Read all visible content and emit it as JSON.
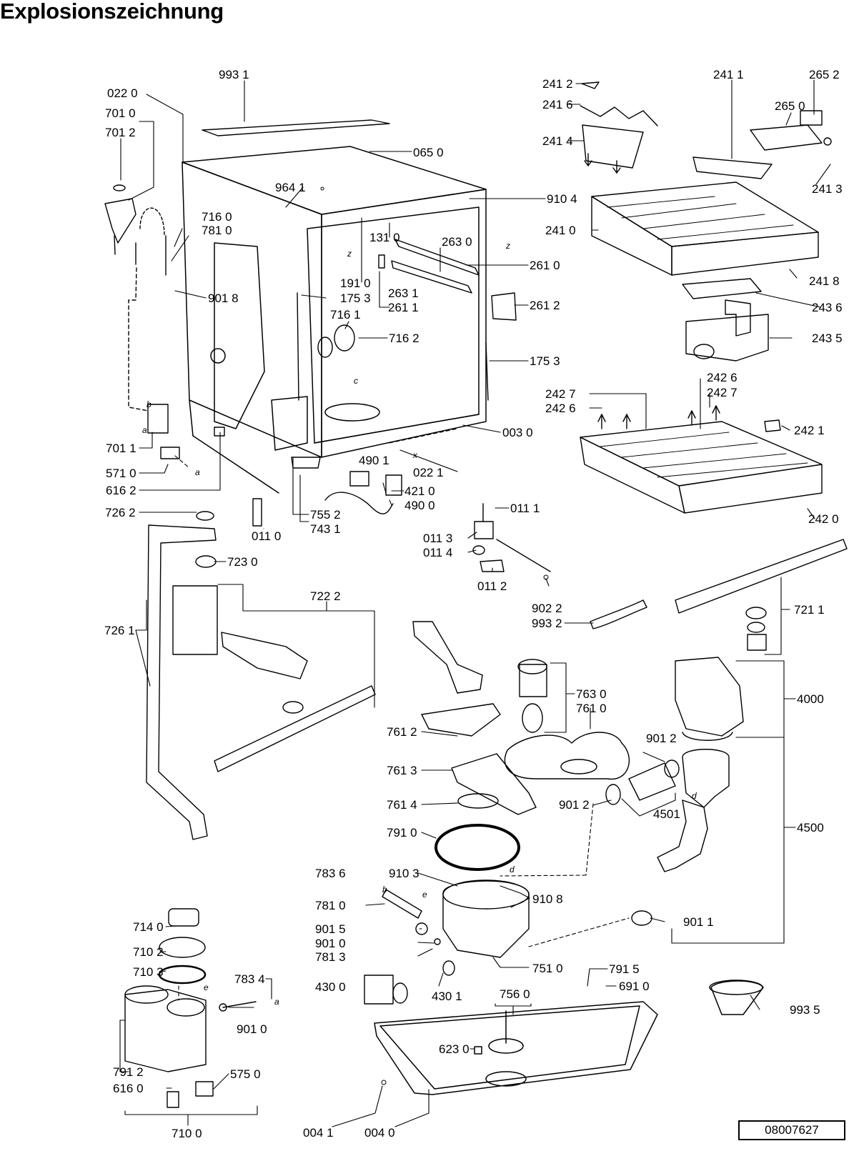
{
  "title": "Explosionszeichnung",
  "document_number": "08007627",
  "callouts": [
    {
      "id": "p9931",
      "text": "993 1"
    },
    {
      "id": "p0220",
      "text": "022 0"
    },
    {
      "id": "p7010",
      "text": "701 0"
    },
    {
      "id": "p7012",
      "text": "701 2"
    },
    {
      "id": "p0650",
      "text": "065 0"
    },
    {
      "id": "p9641",
      "text": "964 1"
    },
    {
      "id": "p9104",
      "text": "910 4"
    },
    {
      "id": "p7160",
      "text": "716 0"
    },
    {
      "id": "p7810a",
      "text": "781 0"
    },
    {
      "id": "p1310",
      "text": "131 0"
    },
    {
      "id": "p2630",
      "text": "263 0"
    },
    {
      "id": "p2610",
      "text": "261 0"
    },
    {
      "id": "p1910",
      "text": "191 0"
    },
    {
      "id": "p2631",
      "text": "263 1"
    },
    {
      "id": "p9018",
      "text": "901 8"
    },
    {
      "id": "p1753a",
      "text": "175 3"
    },
    {
      "id": "p2611",
      "text": "261 1"
    },
    {
      "id": "p2612",
      "text": "261 2"
    },
    {
      "id": "p7161",
      "text": "716 1"
    },
    {
      "id": "p7162",
      "text": "716 2"
    },
    {
      "id": "p1753b",
      "text": "175 3"
    },
    {
      "id": "p0030",
      "text": "003 0"
    },
    {
      "id": "p7011",
      "text": "701 1"
    },
    {
      "id": "p5710",
      "text": "571 0"
    },
    {
      "id": "p6162",
      "text": "616 2"
    },
    {
      "id": "p0221",
      "text": "022 1"
    },
    {
      "id": "p4901",
      "text": "490 1"
    },
    {
      "id": "p4210",
      "text": "421 0"
    },
    {
      "id": "p4900",
      "text": "490 0"
    },
    {
      "id": "p7262",
      "text": "726 2"
    },
    {
      "id": "p0110",
      "text": "011 0"
    },
    {
      "id": "p7552",
      "text": "755 2"
    },
    {
      "id": "p7431",
      "text": "743 1"
    },
    {
      "id": "p7230",
      "text": "723 0"
    },
    {
      "id": "p0111",
      "text": "011 1"
    },
    {
      "id": "p0113",
      "text": "011 3"
    },
    {
      "id": "p0114",
      "text": "011 4"
    },
    {
      "id": "p0112",
      "text": "011 2"
    },
    {
      "id": "p9022",
      "text": "902 2"
    },
    {
      "id": "p9932",
      "text": "993 2"
    },
    {
      "id": "p7222",
      "text": "722 2"
    },
    {
      "id": "p7261",
      "text": "726 1"
    },
    {
      "id": "p7211",
      "text": "721 1"
    },
    {
      "id": "p4000",
      "text": "4000"
    },
    {
      "id": "p7630",
      "text": "763 0"
    },
    {
      "id": "p7610",
      "text": "761 0"
    },
    {
      "id": "p7612",
      "text": "761 2"
    },
    {
      "id": "p9012a",
      "text": "901 2"
    },
    {
      "id": "p7613",
      "text": "761 3"
    },
    {
      "id": "p9012b",
      "text": "901 2"
    },
    {
      "id": "p4501",
      "text": "4501"
    },
    {
      "id": "p7614",
      "text": "761 4"
    },
    {
      "id": "p7910",
      "text": "791 0"
    },
    {
      "id": "p4500",
      "text": "4500"
    },
    {
      "id": "p7836",
      "text": "783 6"
    },
    {
      "id": "p9103",
      "text": "910 3"
    },
    {
      "id": "p9108",
      "text": "910 8"
    },
    {
      "id": "p7810b",
      "text": "781 0"
    },
    {
      "id": "p9015",
      "text": "901 5"
    },
    {
      "id": "p9010a",
      "text": "901 0"
    },
    {
      "id": "p7813",
      "text": "781 3"
    },
    {
      "id": "p9011",
      "text": "901 1"
    },
    {
      "id": "p7140",
      "text": "714 0"
    },
    {
      "id": "p7102",
      "text": "710 2"
    },
    {
      "id": "p7103",
      "text": "710 3"
    },
    {
      "id": "p7834",
      "text": "783 4"
    },
    {
      "id": "p7510",
      "text": "751 0"
    },
    {
      "id": "p7915",
      "text": "791 5"
    },
    {
      "id": "p4300",
      "text": "430 0"
    },
    {
      "id": "p6910",
      "text": "691 0"
    },
    {
      "id": "p4301",
      "text": "430 1"
    },
    {
      "id": "p7560",
      "text": "756 0"
    },
    {
      "id": "p9935",
      "text": "993 5"
    },
    {
      "id": "p9010b",
      "text": "901 0"
    },
    {
      "id": "p7912",
      "text": "791 2"
    },
    {
      "id": "p5750",
      "text": "575 0"
    },
    {
      "id": "p6160",
      "text": "616 0"
    },
    {
      "id": "p6230",
      "text": "623 0"
    },
    {
      "id": "p7100",
      "text": "710 0"
    },
    {
      "id": "p0041",
      "text": "004 1"
    },
    {
      "id": "p0040",
      "text": "004 0"
    },
    {
      "id": "p2412",
      "text": "241 2"
    },
    {
      "id": "p2416",
      "text": "241 6"
    },
    {
      "id": "p2414",
      "text": "241 4"
    },
    {
      "id": "p2411",
      "text": "241 1"
    },
    {
      "id": "p2652",
      "text": "265 2"
    },
    {
      "id": "p2650",
      "text": "265 0"
    },
    {
      "id": "p2413",
      "text": "241 3"
    },
    {
      "id": "p2410",
      "text": "241 0"
    },
    {
      "id": "p2418",
      "text": "241 8"
    },
    {
      "id": "p2436",
      "text": "243 6"
    },
    {
      "id": "p2435",
      "text": "243 5"
    },
    {
      "id": "p2426a",
      "text": "242 6"
    },
    {
      "id": "p2427a",
      "text": "242 7"
    },
    {
      "id": "p2427b",
      "text": "242 7"
    },
    {
      "id": "p2426b",
      "text": "242 6"
    },
    {
      "id": "p2421",
      "text": "242 1"
    },
    {
      "id": "p2420",
      "text": "242 0"
    }
  ],
  "connector_letters": [
    {
      "id": "l_z1",
      "text": "z"
    },
    {
      "id": "l_z2",
      "text": "z"
    },
    {
      "id": "l_c",
      "text": "c"
    },
    {
      "id": "l_b1",
      "text": "b"
    },
    {
      "id": "l_a1",
      "text": "a"
    },
    {
      "id": "l_a2",
      "text": "a"
    },
    {
      "id": "l_x",
      "text": "x"
    },
    {
      "id": "l_d1",
      "text": "d"
    },
    {
      "id": "l_d2",
      "text": "d"
    },
    {
      "id": "l_b2",
      "text": "b"
    },
    {
      "id": "l_e1",
      "text": "e"
    },
    {
      "id": "l_e2",
      "text": "e"
    },
    {
      "id": "l_a3",
      "text": "a"
    }
  ]
}
